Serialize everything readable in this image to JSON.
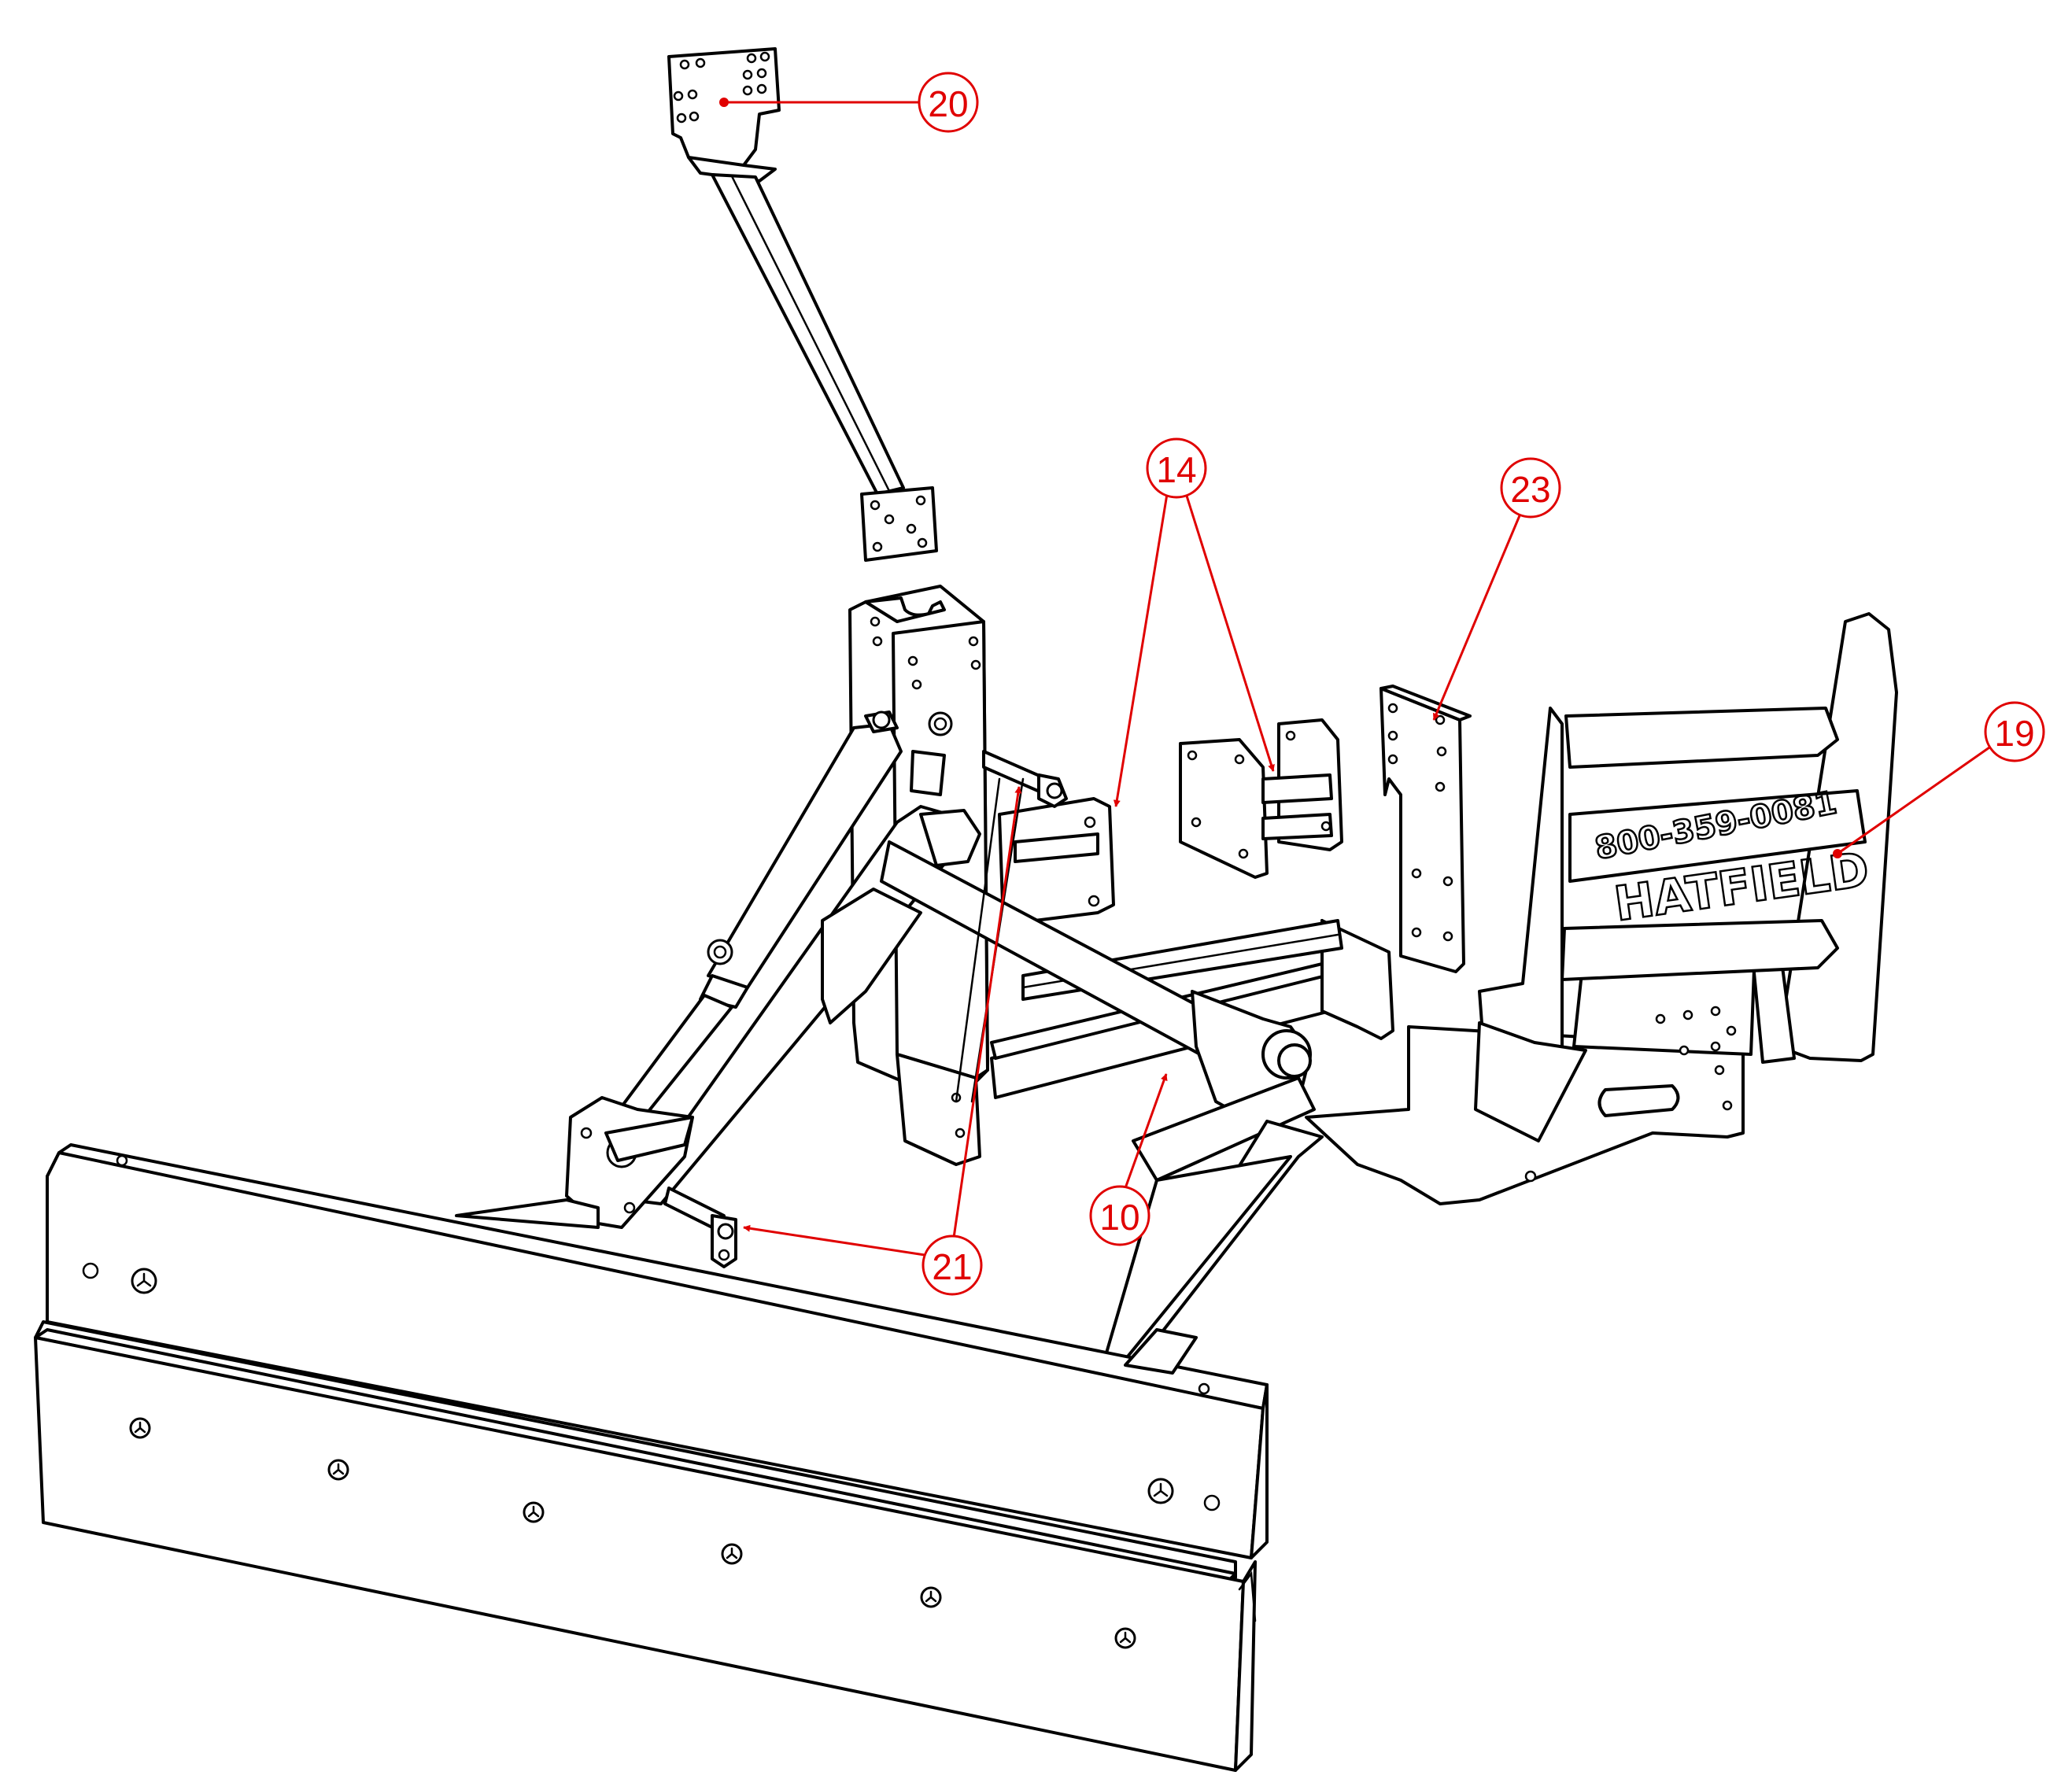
{
  "accent_color": "#e00000",
  "line_color": "#000000",
  "branding": {
    "name": "HATFIELD",
    "phone": "800-359-0081"
  },
  "callouts": [
    {
      "id": "20",
      "label": "20"
    },
    {
      "id": "14",
      "label": "14"
    },
    {
      "id": "23",
      "label": "23"
    },
    {
      "id": "19",
      "label": "19"
    },
    {
      "id": "10",
      "label": "10"
    },
    {
      "id": "21",
      "label": "21"
    }
  ]
}
